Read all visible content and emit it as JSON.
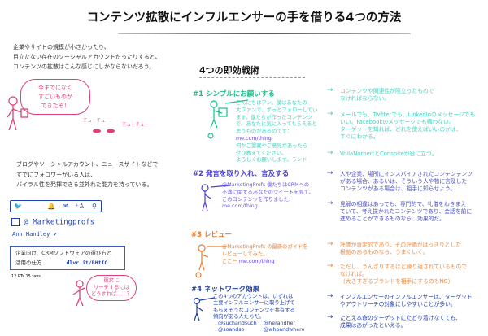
{
  "title": "コンテンツ拡散にインフルエンサーの手を借りる4つの方法",
  "intro": [
    "企業やサイトの規模が小さかったり、",
    "目立たない存在のソーシャルアカウントだったりすると、",
    "コンテンツの拡散はこんな感じにしかならないだろう。"
  ],
  "bubble1": [
    "今までになく",
    "すごいものが",
    "できたぞ！"
  ],
  "chirp": [
    "チューチュー",
    "チューチュー"
  ],
  "intro2": [
    "ブログやソーシャルアカウント、ニュースサイトなどで",
    "すでにフォロワーがいる人は、",
    "バイラル性を発揮できる並外れた能力を持っている。"
  ],
  "profile": {
    "handle": "@ Marketingprofs",
    "name": "Ann Handley",
    "tweet": [
      "企業向け、CRMソフトウェアの選び方と",
      "活用の仕方"
    ],
    "shortlink": "dlvr.it/BHtIQ",
    "stats": "12 RTs    15 favs"
  },
  "bubble2": [
    "彼女に",
    "リーチするには",
    "どうすれば……？"
  ],
  "tactics_title": "4つの即効戦術",
  "colors": {
    "t1": "#19c08a",
    "t1body": "#3fd4c0",
    "t2": "#4a3fd8",
    "t2body": "#6a5ae8",
    "t3": "#f07a2a",
    "t4": "#1f3f9f",
    "pink": "#e0407a"
  },
  "tactics": [
    {
      "heading": "#1  シンプルにお願いする",
      "body": [
        "こんにちはアン。僕はあなたの",
        "大ファンで、ずっとフォローしてい",
        "ます。僕たちが作ったコンテンツ",
        "で、あなたに気に入ってもらえると",
        "思うものがあるのです："
      ],
      "link": "me.com/thing",
      "body2": [
        "何かご提案やご意見があったら",
        "ぜひ教えてください。",
        "よろしくお願いします。ランド"
      ],
      "points": [
        [
          "コンテンツや関連性が際立ったもので",
          "なければならない。"
        ],
        [
          "メールでも、Twitterでも、LinkedInのメッセージでも",
          "いい。Facebookのメッセージでも構わない。",
          "ターゲットを知れば、どれを使えばいいのかは、",
          "すぐにわかる。"
        ],
        [
          "VoilaNorbertとConspireが役に立つ。"
        ]
      ]
    },
    {
      "heading": "#2  発言を取り入れ、言及する",
      "body": [
        "@MarketingProfs 僕たちはCRMへの",
        "不満に関するあなたのツイートを見て、",
        "このコンテンツを作りました:",
        "me.com/thing"
      ],
      "points": [
        [
          "人や企業、場所にインスパイアされたコンテンテンツ",
          "がある場合、あるいは、そういう人や物に言及した",
          "コンテンツがある場合は、相手に知らせよう。"
        ],
        [
          "見解の相違はあっても、専門的で、礼儀をわきまえ",
          "ていて、考え抜かれたコンテンツであり、会話を前に",
          "進めることができるものなら、効果的だ。"
        ]
      ]
    },
    {
      "heading": "#3  レビュー",
      "body": [
        "@MarketingProfs の最新のガイドを",
        "レビューしてみた。"
      ],
      "here": "ここー",
      "link": "me.com/thing",
      "points": [
        [
          "評価が肯定的であり、その評価がはっきりとした",
          "根拠のあるものなら、うまくいく。"
        ],
        [
          "ただし、うんざりするほど繰り返されているもので",
          "なければ。",
          "（大きすぎるブランドを相手にするのもNG）"
        ]
      ]
    },
    {
      "heading": "#4  ネットワーク効果",
      "body": [
        "この4つのアカウントは、いずれは",
        "主要インフルエンサーに取り上げて",
        "もらえそうなコンテンツを共有する",
        "傾向がある人たちだ。"
      ],
      "accounts": [
        "@suchandsuch",
        "@herandher",
        "@soandso",
        "@whoandwhere"
      ],
      "points": [
        [
          "インフルエンサーのインフルエンサーは、ターゲット",
          "やアウトリーチの対象にしやすいことが多い。"
        ],
        [
          "たとえ本命のターゲットにたどり着けなくても、",
          "成果はあがったといえる。"
        ]
      ]
    }
  ]
}
